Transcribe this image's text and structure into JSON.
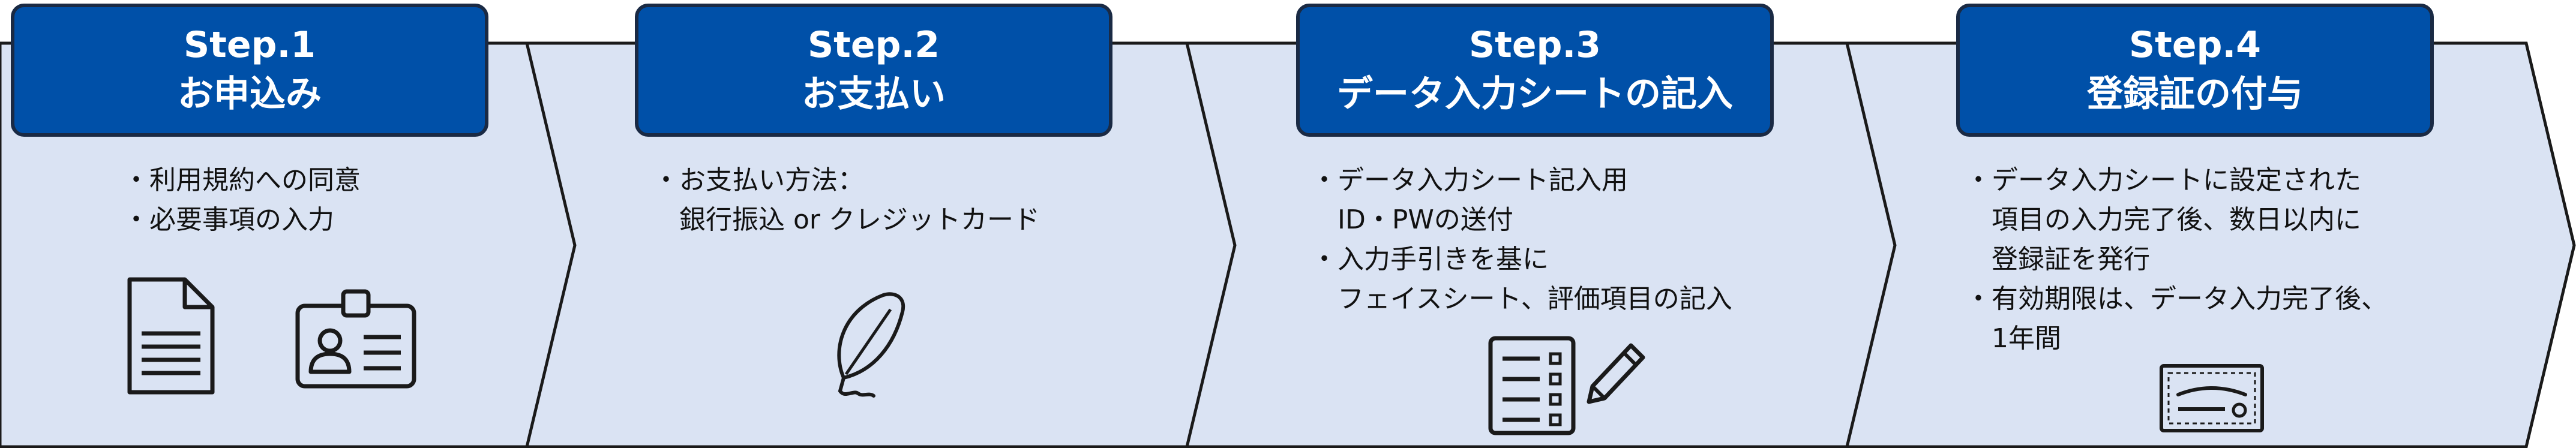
{
  "colors": {
    "arrow_fill": "#dae3f3",
    "arrow_stroke": "#1a1a1a",
    "header_fill": "#0050a8",
    "header_border": "#1a2a44",
    "header_text": "#ffffff",
    "icon_stroke": "#1a1a1a"
  },
  "steps": [
    {
      "number": "Step.1",
      "title": "お申込み",
      "lines": [
        "・利用規約への同意",
        "・必要事項の入力"
      ],
      "icons": [
        "document-icon",
        "id-card-icon"
      ]
    },
    {
      "number": "Step.2",
      "title": "お支払い",
      "lines": [
        "・お支払い方法：",
        "　銀行振込 or クレジットカード"
      ],
      "icons": [
        "quill-pen-icon"
      ]
    },
    {
      "number": "Step.3",
      "title": "データ入力シートの記入",
      "lines": [
        "・データ入力シート記入用",
        "　ID・PWの送付",
        "・入力手引きを基に",
        "　フェイスシート、評価項目の記入"
      ],
      "icons": [
        "checklist-icon",
        "pencil-icon"
      ]
    },
    {
      "number": "Step.4",
      "title": "登録証の付与",
      "lines": [
        "・データ入力シートに設定された",
        "　項目の入力完了後、数日以内に",
        "　登録証を発行",
        "・有効期限は、データ入力完了後、",
        "　1年間"
      ],
      "icons": [
        "certificate-icon"
      ]
    }
  ]
}
